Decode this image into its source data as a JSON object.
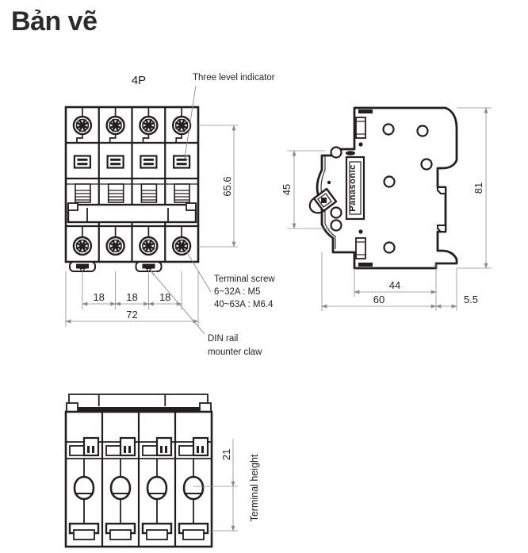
{
  "page": {
    "title": "Bản vẽ"
  },
  "drawing": {
    "views": {
      "front": {
        "label": "4P",
        "callouts": {
          "three_level_indicator": "Three level indicator",
          "terminal_screw": "Terminal screw",
          "screw_spec_low": "6~32A : M5",
          "screw_spec_high": "40~63A : M6.4",
          "din_rail_line1": "DIN rail",
          "din_rail_line2": "mounter claw"
        },
        "dimensions": {
          "height": "65.6",
          "pitch_1": "18",
          "pitch_2": "18",
          "pitch_3": "18",
          "width": "72"
        }
      },
      "side": {
        "brand": "Panasonic",
        "dimensions": {
          "handle_height": "45",
          "total_height": "81",
          "body_depth": "44",
          "overall_depth": "60",
          "rail_offset": "5.5"
        }
      },
      "bottom": {
        "dimensions": {
          "terminal_height_value": "21",
          "terminal_height_label": "Terminal height"
        }
      }
    },
    "colors": {
      "line": "#231f20",
      "dimension_line": "#8c8c8c",
      "title": "#2b2b2b"
    }
  }
}
